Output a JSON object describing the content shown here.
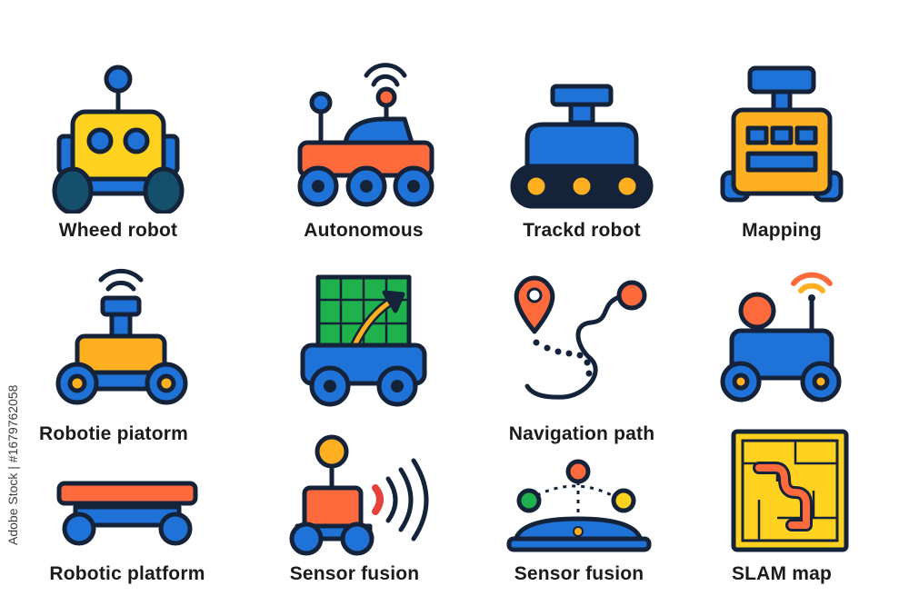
{
  "colors": {
    "outline": "#14233a",
    "blue": "#1f73d8",
    "orange": "#ff6a3d",
    "yellow": "#ffd21f",
    "amber": "#ffb020",
    "green": "#1fb14b",
    "red": "#e8413b"
  },
  "icons": [
    {
      "label": "Wheed robot",
      "icon": "wheeled-robot-icon"
    },
    {
      "label": "Autonomous",
      "icon": "rover-icon"
    },
    {
      "label": "Trackd robot",
      "icon": "tracked-robot-icon"
    },
    {
      "label": "Mapping",
      "icon": "mapping-robot-icon"
    },
    {
      "label": "Robotie piatorm",
      "icon": "antenna-robot-icon"
    },
    {
      "label": "",
      "icon": "map-rover-icon"
    },
    {
      "label": "Navigation path",
      "icon": "navigation-path-icon"
    },
    {
      "label": "",
      "icon": "signal-robot-icon"
    },
    {
      "label": "Robotic platform",
      "icon": "platform-cart-icon"
    },
    {
      "label": "Sensor fusion",
      "icon": "sensor-robot-icon"
    },
    {
      "label": "Sensor fusion",
      "icon": "sensor-dome-icon"
    },
    {
      "label": "SLAM map",
      "icon": "slam-map-icon"
    }
  ],
  "watermark": "Adobe Stock | #1679762058"
}
